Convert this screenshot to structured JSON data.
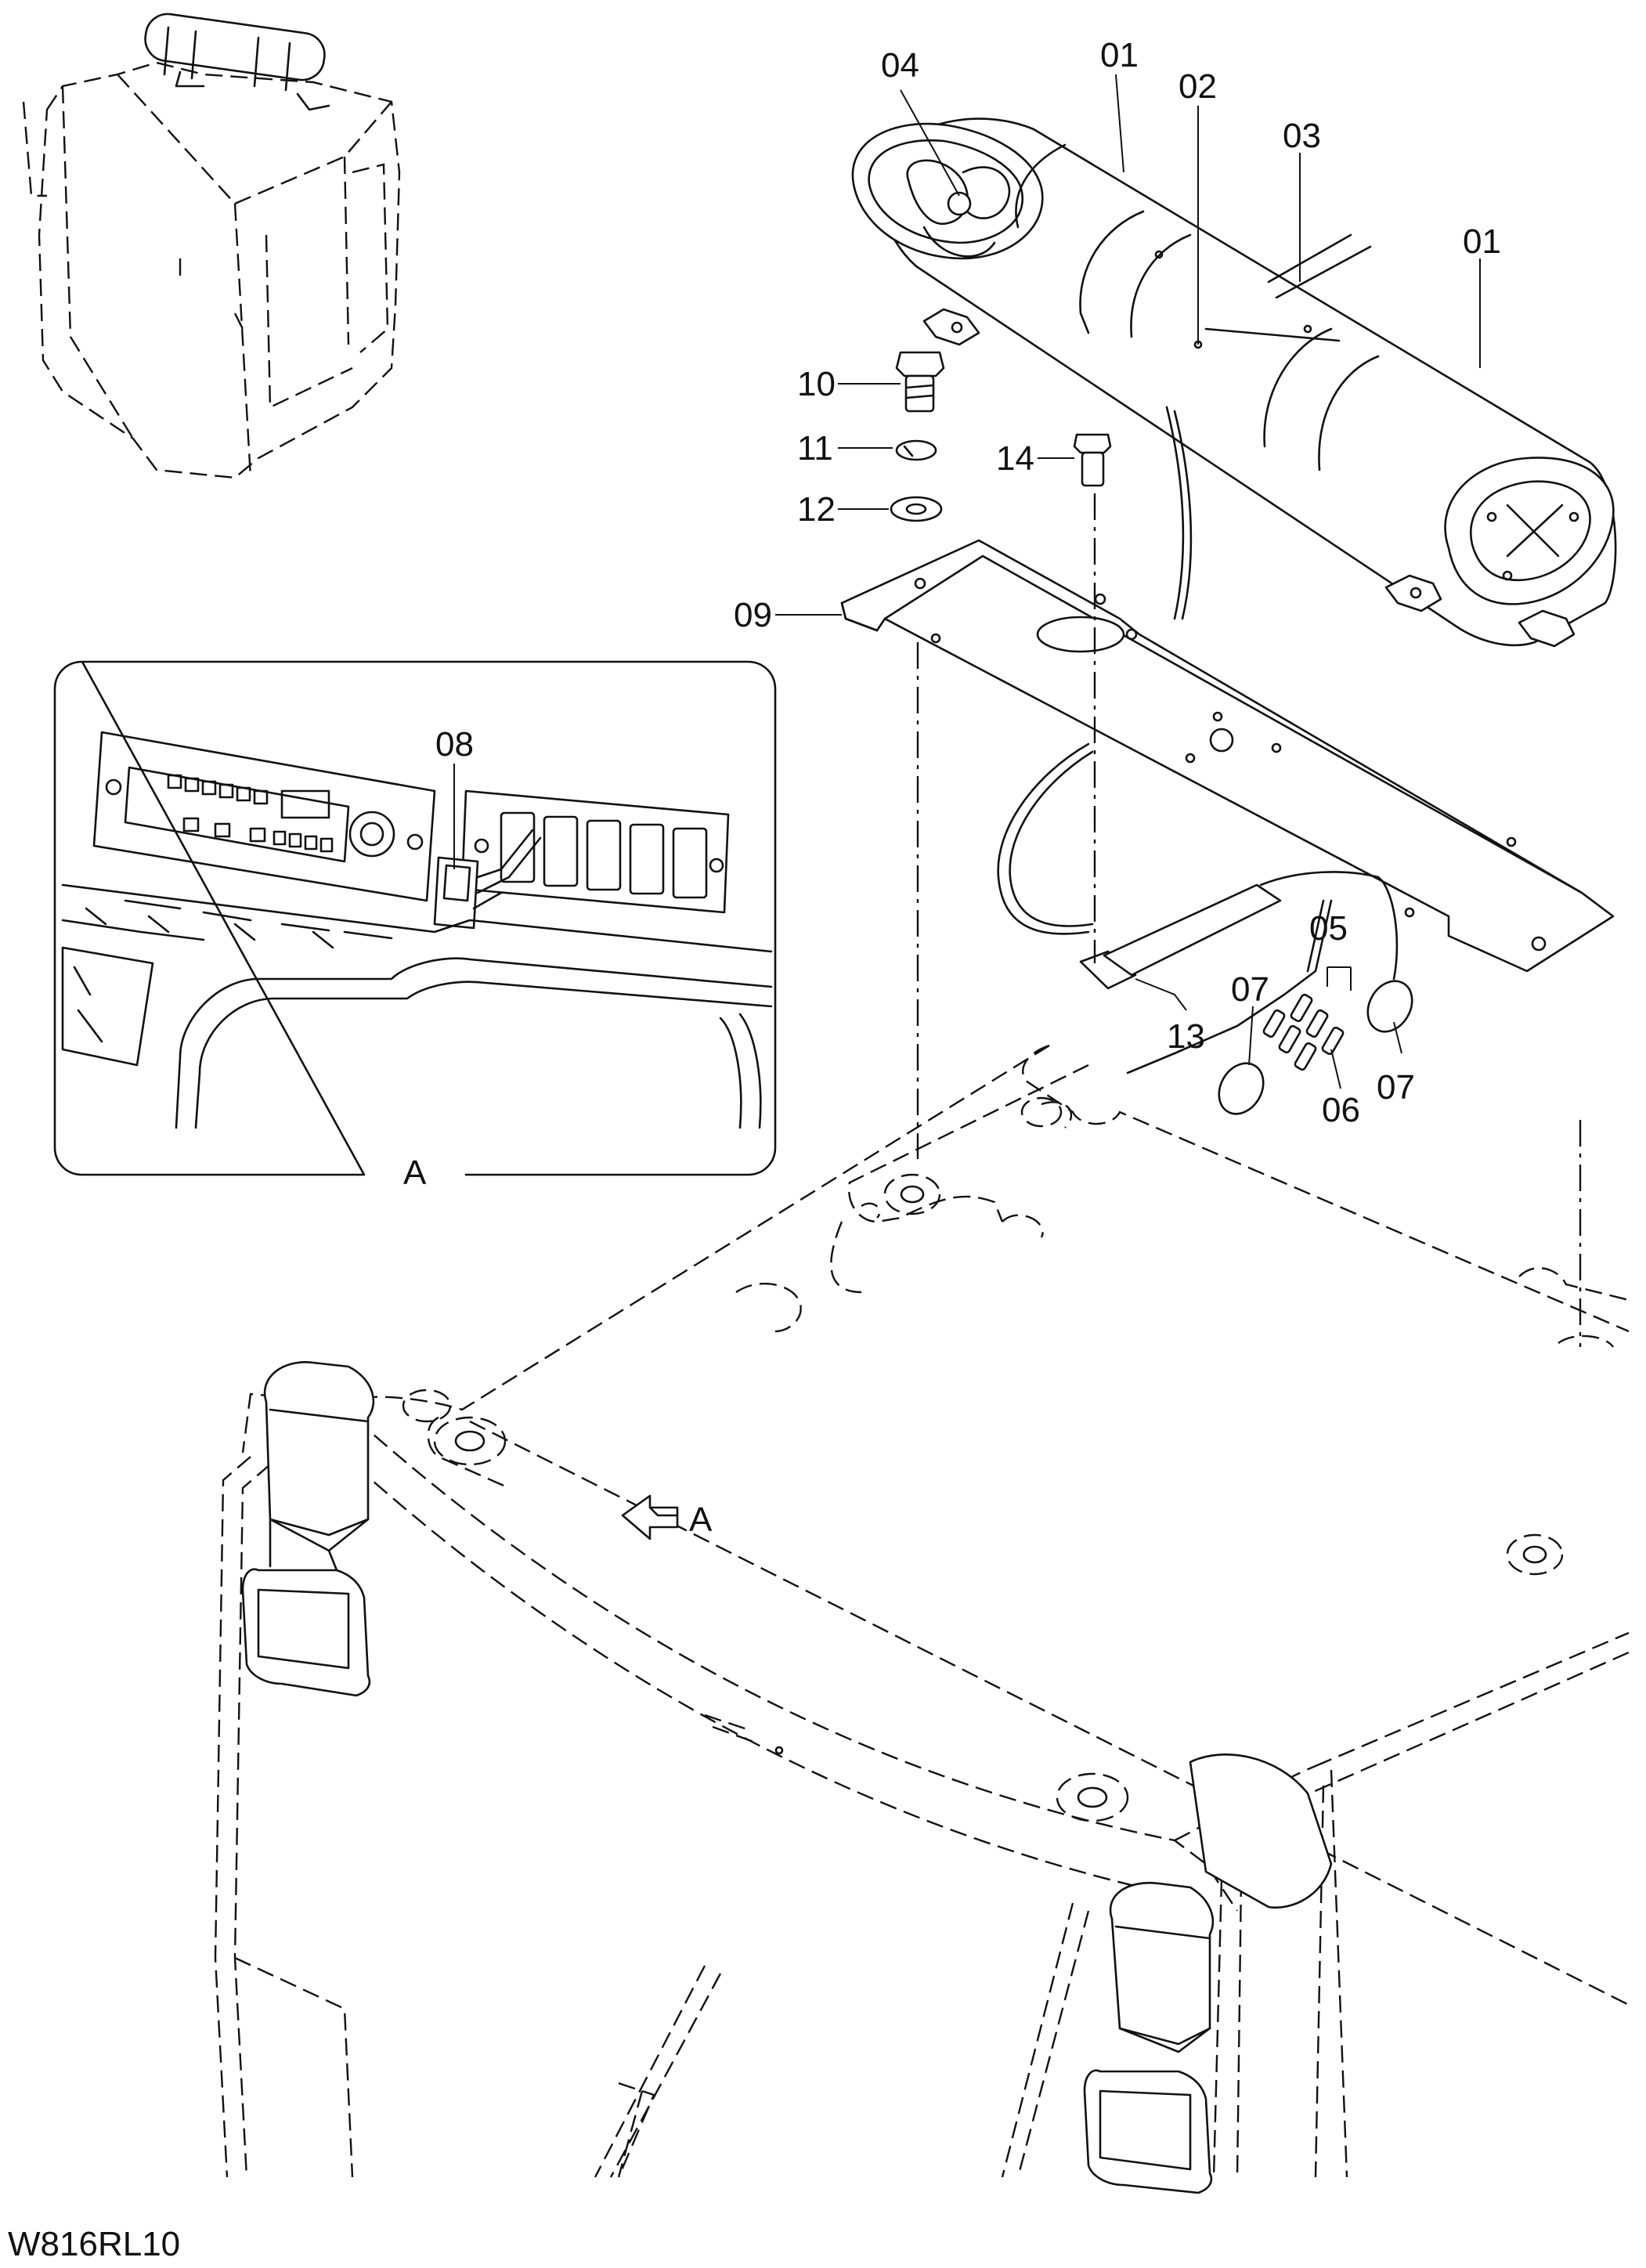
{
  "drawing_code": "W816RL10",
  "detail_view": {
    "label": "A"
  },
  "view_arrow": {
    "label": "A"
  },
  "callouts": [
    {
      "id": "c04",
      "label": "04"
    },
    {
      "id": "c01a",
      "label": "01"
    },
    {
      "id": "c02",
      "label": "02"
    },
    {
      "id": "c03",
      "label": "03"
    },
    {
      "id": "c01b",
      "label": "01"
    },
    {
      "id": "c10",
      "label": "10"
    },
    {
      "id": "c11",
      "label": "11"
    },
    {
      "id": "c14",
      "label": "14"
    },
    {
      "id": "c12",
      "label": "12"
    },
    {
      "id": "c09",
      "label": "09"
    },
    {
      "id": "c08",
      "label": "08"
    },
    {
      "id": "c05",
      "label": "05"
    },
    {
      "id": "c07a",
      "label": "07"
    },
    {
      "id": "c13",
      "label": "13"
    },
    {
      "id": "c06",
      "label": "06"
    },
    {
      "id": "c07b",
      "label": "07"
    }
  ]
}
